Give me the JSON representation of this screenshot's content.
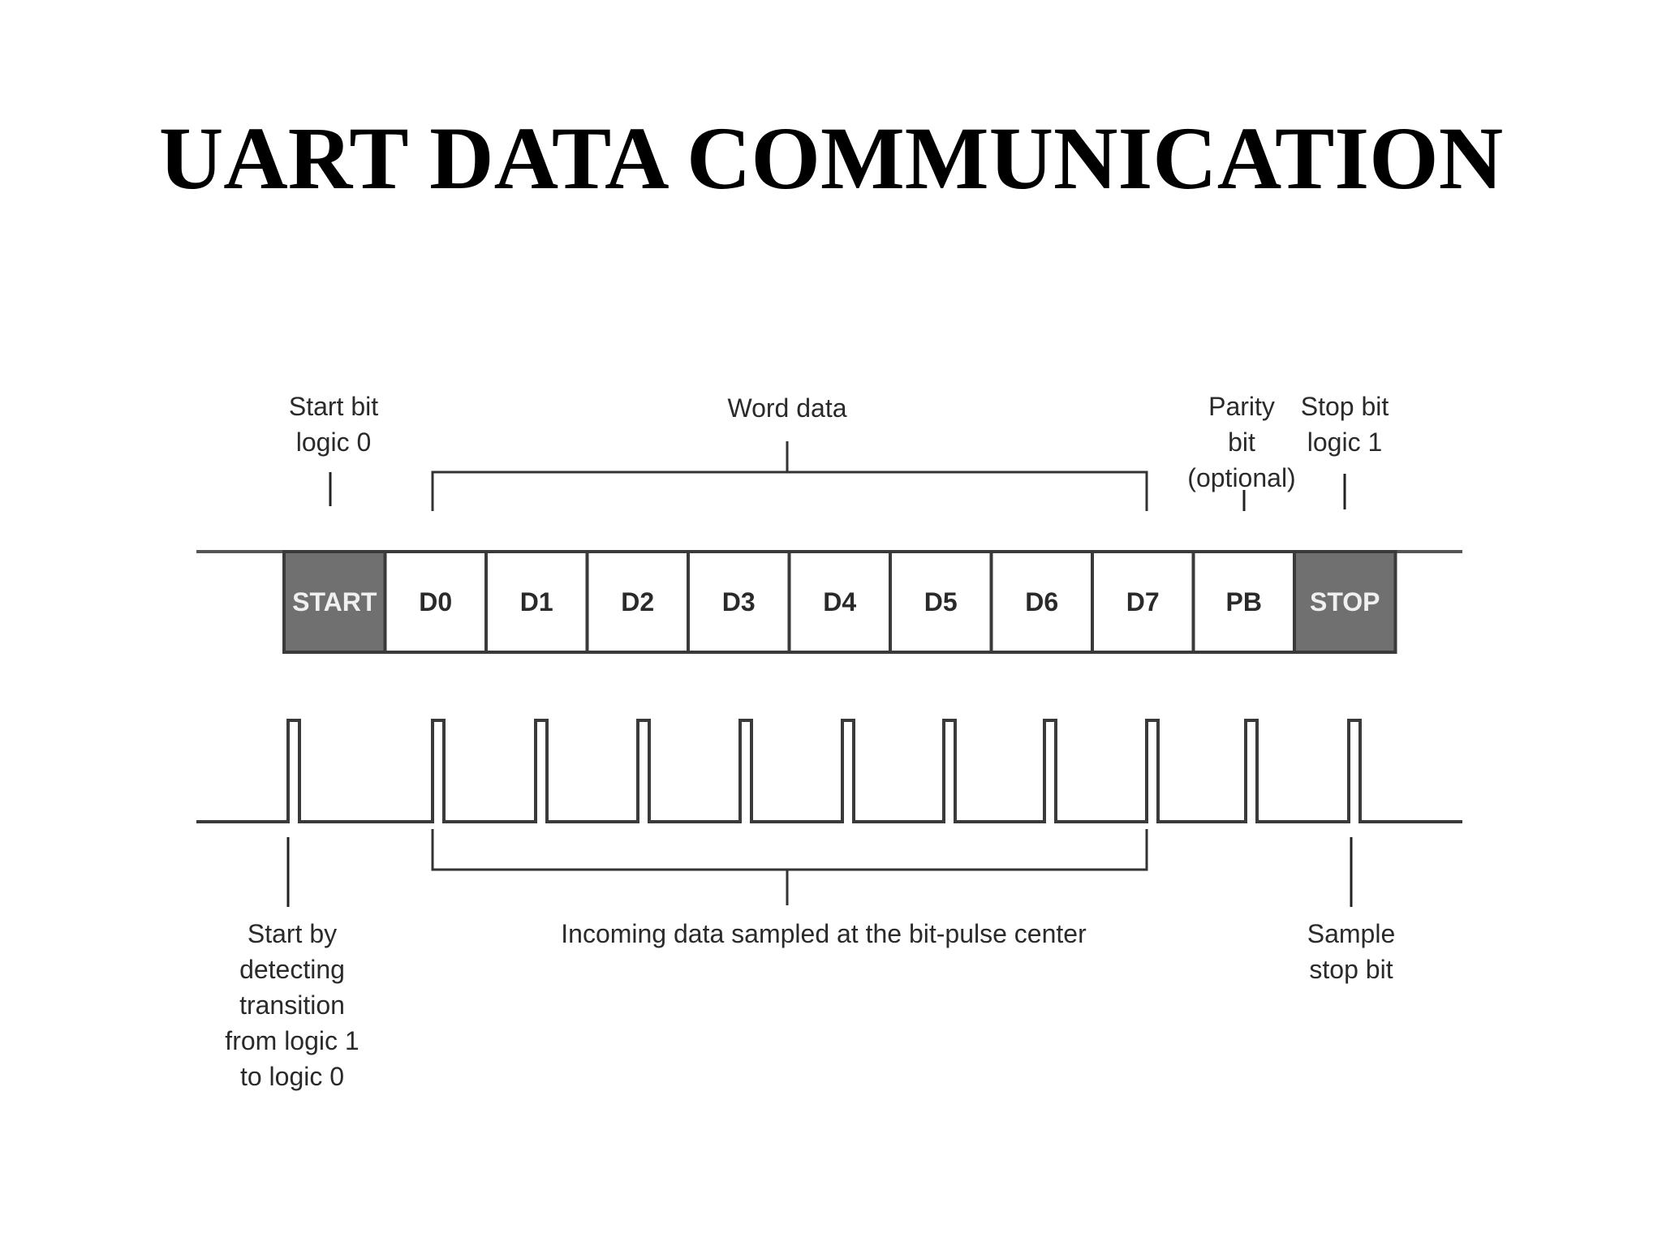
{
  "title": "UART DATA COMMUNICATION",
  "frame": {
    "cells": [
      {
        "id": "start",
        "label": "START",
        "kind": "control"
      },
      {
        "id": "d0",
        "label": "D0",
        "kind": "data"
      },
      {
        "id": "d1",
        "label": "D1",
        "kind": "data"
      },
      {
        "id": "d2",
        "label": "D2",
        "kind": "data"
      },
      {
        "id": "d3",
        "label": "D3",
        "kind": "data"
      },
      {
        "id": "d4",
        "label": "D4",
        "kind": "data"
      },
      {
        "id": "d5",
        "label": "D5",
        "kind": "data"
      },
      {
        "id": "d6",
        "label": "D6",
        "kind": "data"
      },
      {
        "id": "d7",
        "label": "D7",
        "kind": "data"
      },
      {
        "id": "pb",
        "label": "PB",
        "kind": "data"
      },
      {
        "id": "stop",
        "label": "STOP",
        "kind": "control"
      }
    ]
  },
  "annotations": {
    "start_bit": [
      "Start bit",
      "logic 0"
    ],
    "word_data": "Word data",
    "parity_bit": [
      "Parity",
      "bit",
      "(optional)"
    ],
    "stop_bit": [
      "Stop bit",
      "logic 1"
    ],
    "start_detect": [
      "Start by",
      "detecting",
      "transition",
      "from logic 1",
      "to logic 0"
    ],
    "incoming_sampled": "Incoming data sampled at the bit-pulse center",
    "sample_stop": [
      "Sample",
      "stop bit"
    ]
  },
  "colors": {
    "control_fill": "#707070",
    "control_text": "#f0f0f0",
    "data_fill": "#ffffff",
    "data_text": "#2a2a2a",
    "line": "#3a3a3a"
  }
}
